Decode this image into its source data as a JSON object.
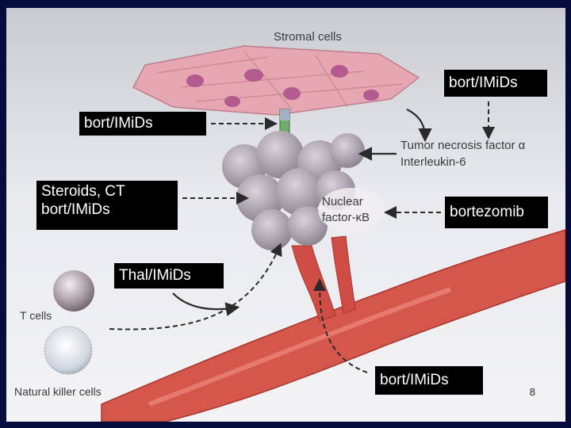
{
  "labels": {
    "stromal_cells": "Stromal cells",
    "tnf": "Tumor necrosis factor α",
    "il6": "Interleukin-6",
    "nfkb_line1": "Nuclear",
    "nfkb_line2": "factor-κB",
    "t_cells": "T cells",
    "nk_cells": "Natural killer cells"
  },
  "drug_boxes": {
    "top_right": "bort/IMiDs",
    "top_left": "bort/IMiDs",
    "steroids_line1": "Steroids, CT",
    "steroids_line2": "bort/IMiDs",
    "bortezomib": "bortezomib",
    "thal": "Thal/IMiDs",
    "bottom": "bort/IMiDs"
  },
  "slide_number": "8",
  "colors": {
    "background": "#050b3c",
    "stroma": "#e6a7b2",
    "tumor": "#a8a0aa",
    "vessel": "#d5564b",
    "box": "#000000"
  }
}
